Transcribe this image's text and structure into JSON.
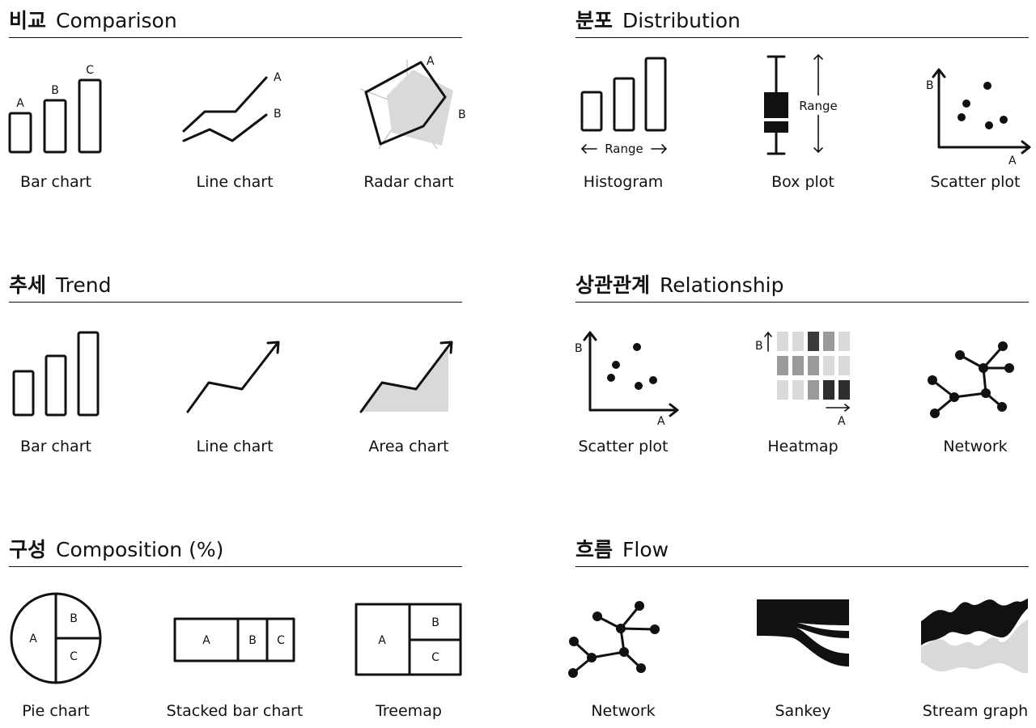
{
  "sections": {
    "comparison": {
      "ko": "비교",
      "en": "Comparison",
      "items": [
        {
          "label": "Bar chart",
          "marks": [
            "A",
            "B",
            "C"
          ]
        },
        {
          "label": "Line chart",
          "marks": [
            "A",
            "B"
          ]
        },
        {
          "label": "Radar chart",
          "marks": [
            "A",
            "B"
          ]
        }
      ]
    },
    "distribution": {
      "ko": "분포",
      "en": "Distribution",
      "items": [
        {
          "label": "Histogram",
          "marks": [
            "Range"
          ]
        },
        {
          "label": "Box plot",
          "marks": [
            "Range"
          ]
        },
        {
          "label": "Scatter plot",
          "marks": [
            "A",
            "B"
          ]
        }
      ]
    },
    "trend": {
      "ko": "추세",
      "en": "Trend",
      "items": [
        {
          "label": "Bar chart"
        },
        {
          "label": "Line chart"
        },
        {
          "label": "Area chart"
        }
      ]
    },
    "relationship": {
      "ko": "상관관계",
      "en": "Relationship",
      "items": [
        {
          "label": "Scatter plot",
          "marks": [
            "A",
            "B"
          ]
        },
        {
          "label": "Heatmap",
          "marks": [
            "A",
            "B"
          ]
        },
        {
          "label": "Network"
        }
      ]
    },
    "composition": {
      "ko": "구성",
      "en": "Composition (%)",
      "items": [
        {
          "label": "Pie chart",
          "marks": [
            "A",
            "B",
            "C"
          ]
        },
        {
          "label": "Stacked bar chart",
          "marks": [
            "A",
            "B",
            "C"
          ]
        },
        {
          "label": "Treemap",
          "marks": [
            "A",
            "B",
            "C"
          ]
        }
      ]
    },
    "flow": {
      "ko": "흐름",
      "en": "Flow",
      "items": [
        {
          "label": "Network"
        },
        {
          "label": "Sankey"
        },
        {
          "label": "Stream graph"
        }
      ]
    }
  },
  "colors": {
    "ink": "#111111",
    "shade": "#d9d9d9"
  }
}
